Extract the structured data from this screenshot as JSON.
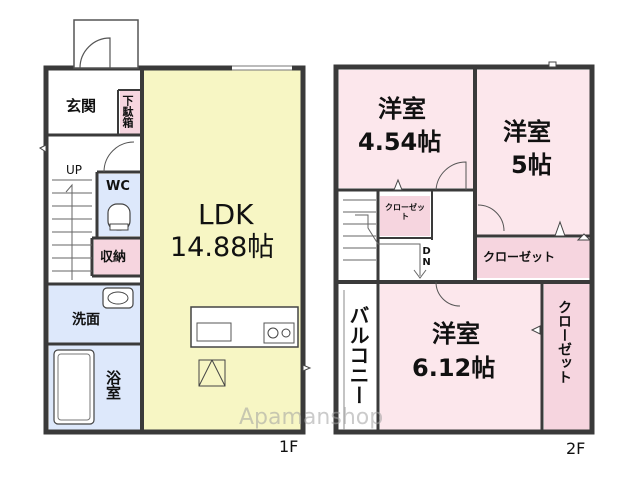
{
  "floor1": {
    "label": "1F",
    "rooms": {
      "entrance": "玄関",
      "shoe_box": "下駄箱",
      "up": "UP",
      "wc": "WC",
      "storage": "収納",
      "washroom": "洗面",
      "bath": "浴室",
      "ldk_name": "LDK",
      "ldk_size": "14.88帖"
    }
  },
  "floor2": {
    "label": "2F",
    "rooms": {
      "western1_name": "洋室",
      "western1_size": "4.54帖",
      "western2_name": "洋室",
      "western2_size": "5帖",
      "western3_name": "洋室",
      "western3_size": "6.12帖",
      "closet_small": "クローゼット",
      "closet_wide": "クローゼット",
      "closet_tall": "クローゼット",
      "balcony": "バルコニー",
      "dn": "DN"
    }
  },
  "watermark": "Apamanshop",
  "colors": {
    "ldk": "#f7f6c4",
    "bedroom": "#fce7ec",
    "wet": "#dde8fb",
    "closet": "#f6d5df",
    "wall": "#3a3a3a"
  }
}
